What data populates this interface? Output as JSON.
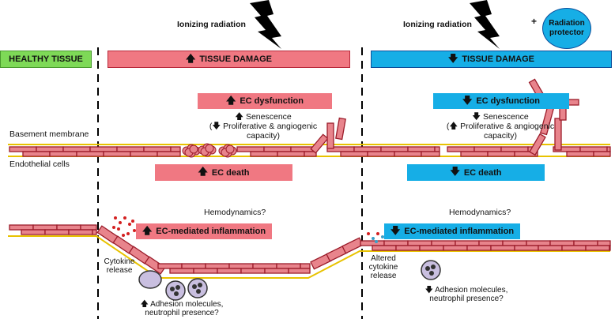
{
  "top": {
    "radiation_left": "Ionizing radiation",
    "radiation_right": "Ionizing radiation",
    "plus": "+",
    "protector": "Radiation protector"
  },
  "headers": {
    "healthy": "HEALTHY TISSUE",
    "damage_up": "TISSUE DAMAGE",
    "damage_down": "TISSUE DAMAGE"
  },
  "left": {
    "ec_dysfunction": "EC dysfunction",
    "senescence": "Senescence",
    "senescence_detail_1": "Proliferative & angiogenic",
    "senescence_detail_2": "capacity)",
    "ec_death": "EC death",
    "hemodynamics": "Hemodynamics?",
    "inflammation": "EC-mediated inflammation",
    "cytokine_1": "Cytokine",
    "cytokine_2": "release",
    "adhesion_1": "Adhesion molecules,",
    "adhesion_2": "neutrophil presence?"
  },
  "right": {
    "ec_dysfunction": "EC dysfunction",
    "senescence": "Senescence",
    "senescence_detail_1": "Proliferative & angiogenic",
    "senescence_detail_2": "capacity)",
    "ec_death": "EC death",
    "hemodynamics": "Hemodynamics?",
    "inflammation": "EC-mediated inflammation",
    "cytokine_1": "Altered",
    "cytokine_2": "cytokine",
    "cytokine_3": "release",
    "adhesion_1": "Adhesion molecules,",
    "adhesion_2": "neutrophil presence?"
  },
  "labels": {
    "basement_membrane": "Basement membrane",
    "endothelial_cells": "Endothelial cells"
  },
  "symbols": {
    "up": "🡅",
    "down": "🡇",
    "paren_open": "("
  },
  "colors": {
    "damage_up": "#f07882",
    "damage_down": "#16aee6",
    "healthy": "#7ed957",
    "cell_fill": "#e8848c",
    "cell_stroke": "#9b1c2a",
    "membrane": "#e8c200"
  }
}
